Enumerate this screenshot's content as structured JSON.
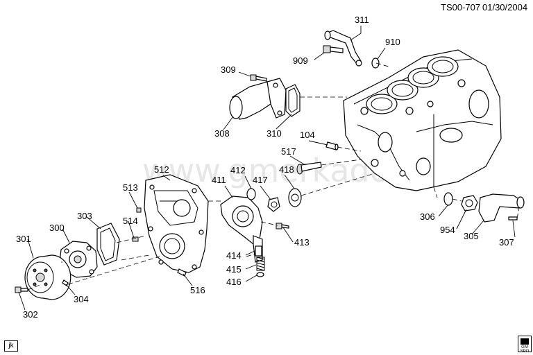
{
  "header": {
    "drawing_id": "TS00-707",
    "date": "01/30/2004"
  },
  "watermark": "www.gmerkado.ru",
  "callouts": [
    {
      "id": "311",
      "name": "callout-311"
    },
    {
      "id": "910",
      "name": "callout-910"
    },
    {
      "id": "909",
      "name": "callout-909"
    },
    {
      "id": "309",
      "name": "callout-309"
    },
    {
      "id": "308",
      "name": "callout-308"
    },
    {
      "id": "310",
      "name": "callout-310"
    },
    {
      "id": "104",
      "name": "callout-104"
    },
    {
      "id": "517",
      "name": "callout-517"
    },
    {
      "id": "512",
      "name": "callout-512"
    },
    {
      "id": "412",
      "name": "callout-412"
    },
    {
      "id": "411",
      "name": "callout-411"
    },
    {
      "id": "417",
      "name": "callout-417"
    },
    {
      "id": "418",
      "name": "callout-418"
    },
    {
      "id": "513",
      "name": "callout-513"
    },
    {
      "id": "514",
      "name": "callout-514"
    },
    {
      "id": "303",
      "name": "callout-303"
    },
    {
      "id": "300",
      "name": "callout-300"
    },
    {
      "id": "301",
      "name": "callout-301"
    },
    {
      "id": "413",
      "name": "callout-413"
    },
    {
      "id": "414",
      "name": "callout-414"
    },
    {
      "id": "415",
      "name": "callout-415"
    },
    {
      "id": "416",
      "name": "callout-416"
    },
    {
      "id": "516",
      "name": "callout-516"
    },
    {
      "id": "304",
      "name": "callout-304"
    },
    {
      "id": "302",
      "name": "callout-302"
    },
    {
      "id": "306",
      "name": "callout-306"
    },
    {
      "id": "954",
      "name": "callout-954"
    },
    {
      "id": "305",
      "name": "callout-305"
    },
    {
      "id": "307",
      "name": "callout-307"
    }
  ],
  "footer": {
    "stamp": "jk",
    "logo_text": "GM SPO"
  }
}
